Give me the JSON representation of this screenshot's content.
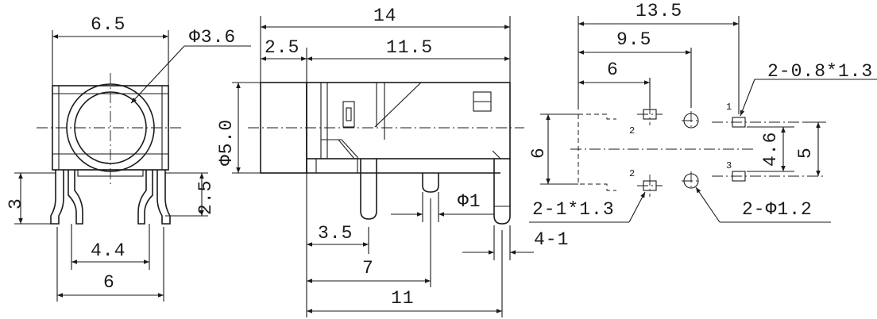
{
  "front_view": {
    "width_top": "6.5",
    "jack_diameter": "Φ3.6",
    "pin_height": "3",
    "pin_width_inner": "4.4",
    "pin_width_outer": "6",
    "pin_offset": "2.5"
  },
  "side_view": {
    "total_length": "14",
    "head_length": "2.5",
    "body_length": "11.5",
    "outer_diameter": "Φ5.0",
    "pin_diameter": "Φ1",
    "pos_a": "3.5",
    "pos_b": "7",
    "pos_c": "11",
    "pin_thickness": "4-1"
  },
  "footprint": {
    "total": "13.5",
    "mid": "9.5",
    "near": "6",
    "height": "6",
    "pad_slot_2": "2-0.8*1.3",
    "pad_slot_1": "2-1*1.3",
    "holes": "2-Φ1.2",
    "span_inner": "4.6",
    "span_outer": "5",
    "pin1": "1",
    "pin2": "2",
    "pin3": "3"
  }
}
